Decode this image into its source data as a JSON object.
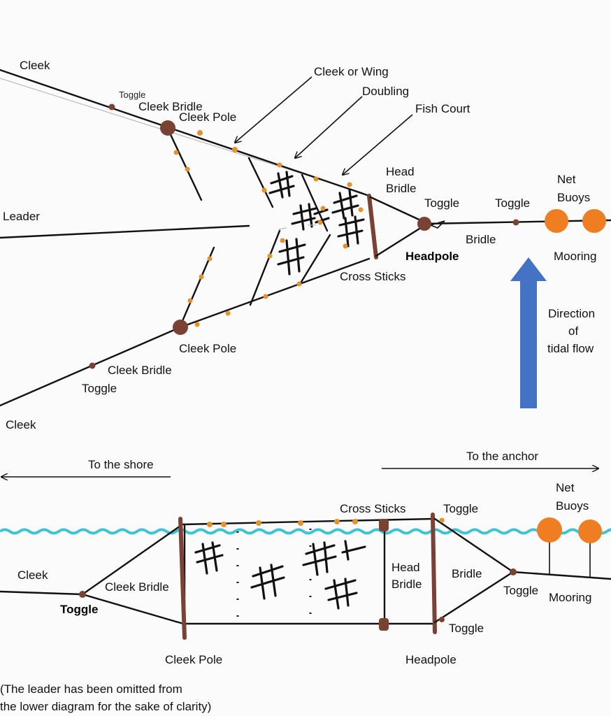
{
  "top_diagram": {
    "cleek_upper": "Cleek",
    "toggle_upper": "Toggle",
    "cleek_bridle_upper": "Cleek Bridle",
    "cleek_pole_upper": "Cleek Pole",
    "cleek_or_wing": "Cleek or Wing",
    "doubling": "Doubling",
    "fish_court": "Fish Court",
    "head_bridle_line1": "Head",
    "head_bridle_line2": "Bridle",
    "toggle_head": "Toggle",
    "toggle_mid": "Toggle",
    "net_buoys_line1": "Net",
    "net_buoys_line2": "Buoys",
    "leader": "Leader",
    "bridle": "Bridle",
    "headpole": "Headpole",
    "mooring": "Mooring",
    "cross_sticks": "Cross Sticks",
    "cleek_pole_lower": "Cleek Pole",
    "cleek_bridle_lower": "Cleek Bridle",
    "toggle_lower": "Toggle",
    "cleek_lower": "Cleek",
    "tidal_line1": "Direction",
    "tidal_line2": "of",
    "tidal_line3": "tidal flow",
    "arrow_color": "#4472c4"
  },
  "bottom_diagram": {
    "to_the_shore": "To the shore",
    "to_the_anchor": "To the anchor",
    "net_buoys_line1": "Net",
    "net_buoys_line2": "Buoys",
    "cross_sticks": "Cross Sticks",
    "toggle_top": "Toggle",
    "cleek": "Cleek",
    "cleek_bridle": "Cleek Bridle",
    "toggle_left": "Toggle",
    "head_bridle_line1": "Head",
    "head_bridle_line2": "Bridle",
    "bridle": "Bridle",
    "toggle_right": "Toggle",
    "mooring": "Mooring",
    "toggle_bottom": "Toggle",
    "cleek_pole": "Cleek Pole",
    "headpole": "Headpole",
    "water_color": "#3fc3d0"
  },
  "footnote": {
    "line1": "(The leader has been omitted from",
    "line2": "the lower diagram for the sake of clarity)"
  }
}
